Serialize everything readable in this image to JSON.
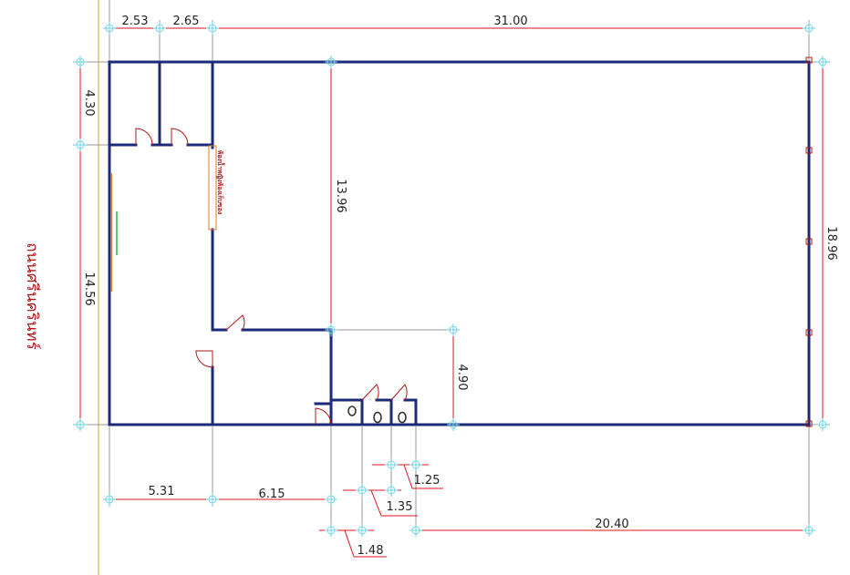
{
  "plan": {
    "street_name": "ถนนศรีนครินทร์",
    "room_label": "ห้องน้ำหญิงห้องเก็บของ",
    "dimensions": {
      "top_1": "2.53",
      "top_2": "2.65",
      "top_3": "31.00",
      "left_upper": "4.30",
      "left_lower": "14.56",
      "interior_vertical": "13.96",
      "right_overall": "18.96",
      "inner_step": "4.90",
      "bottom_1": "5.31",
      "bottom_2": "6.15",
      "bottom_3": "20.40",
      "toilet_1": "1.25",
      "toilet_2": "1.35",
      "toilet_3": "1.48"
    },
    "colors": {
      "walls": "#1c2a7a",
      "dimension_lines": "#e0141e",
      "grid_markers": "#6fd3e6",
      "street_text": "#b01818",
      "reference_line": "#d8b24a"
    }
  }
}
